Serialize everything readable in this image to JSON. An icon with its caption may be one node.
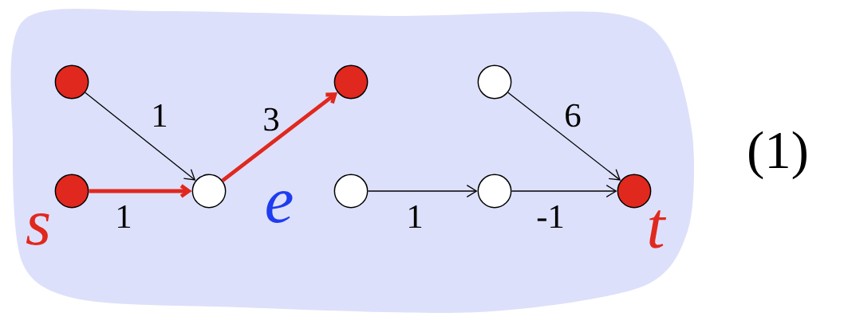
{
  "diagram": {
    "nodes": [
      {
        "text": [],
        "shape": "cloud"
      },
      {
        "text": [],
        "shape": "circle",
        "in": 0
      },
      {
        "text": [],
        "shape": "circle",
        "in": 0
      },
      {
        "text": [],
        "shape": "circle",
        "in": 0
      },
      {
        "text": [],
        "shape": "circle",
        "in": 0,
        "beside": [
          "s"
        ]
      },
      {
        "text": [],
        "shape": "circle",
        "in": 0,
        "beside": [
          "e"
        ]
      },
      {
        "text": [],
        "shape": "circle",
        "in": 0
      },
      {
        "text": [],
        "shape": "circle",
        "in": 0
      },
      {
        "text": [],
        "shape": "circle",
        "in": 0,
        "beside": [
          "t"
        ]
      }
    ],
    "edges": [
      {
        "from": 1,
        "to": 5,
        "arrow": "to",
        "label": "1"
      },
      {
        "from": 4,
        "to": 5,
        "arrow": "to",
        "label": "1",
        "style": "thick",
        "color": "#e0281e"
      },
      {
        "from": 5,
        "to": 2,
        "arrow": "to",
        "label": "3",
        "style": "thick",
        "color": "#e0281e"
      },
      {
        "from": 3,
        "to": 8,
        "arrow": "to",
        "label": "6"
      },
      {
        "from": 6,
        "to": 7,
        "arrow": "to",
        "label": "1"
      },
      {
        "from": 7,
        "to": 8,
        "arrow": "to",
        "label": "-1"
      }
    ],
    "labels": [
      "(1)"
    ]
  }
}
